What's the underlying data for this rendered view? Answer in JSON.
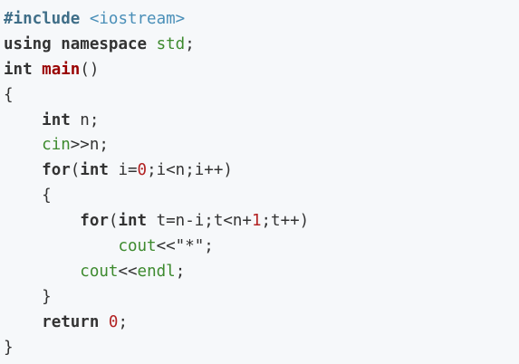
{
  "code": {
    "l1": {
      "directive": "#include",
      "space": " ",
      "header": "<iostream>"
    },
    "l2": {
      "using": "using",
      "sp1": " ",
      "namespace": "namespace",
      "sp2": " ",
      "std": "std",
      "semi": ";"
    },
    "l3": {
      "int": "int",
      "sp": " ",
      "main": "main",
      "parens": "()"
    },
    "l4": {
      "brace": "{"
    },
    "l5": {
      "indent": "    ",
      "int": "int",
      "rest": " n;"
    },
    "l6": {
      "indent": "    ",
      "cin": "cin",
      "rest": ">>n;"
    },
    "l7": {
      "indent": "    ",
      "for": "for",
      "p1": "(",
      "int": "int",
      "p2": " i=",
      "zero": "0",
      "p3": ";i<n;i++)"
    },
    "l8": {
      "indent": "    ",
      "brace": "{"
    },
    "l9": {
      "indent": "        ",
      "for": "for",
      "p1": "(",
      "int": "int",
      "p2": " t=n-i;t<n+",
      "one": "1",
      "p3": ";t++)"
    },
    "l10": {
      "indent": "            ",
      "cout": "cout",
      "p1": "<<",
      "str": "\"*\"",
      "semi": ";"
    },
    "l11": {
      "indent": "        ",
      "cout": "cout",
      "p1": "<<",
      "endl": "endl",
      "semi": ";"
    },
    "l12": {
      "indent": "    ",
      "brace": "}"
    },
    "l13": {
      "indent": "    ",
      "return": "return",
      "sp": " ",
      "zero": "0",
      "semi": ";"
    },
    "l14": {
      "brace": "}"
    }
  },
  "colors": {
    "background": "#f6f8fa",
    "keyword": "#333333",
    "preprocessor": "#3f6e88",
    "header": "#4a8fb8",
    "stream": "#3d8a2e",
    "function": "#990000",
    "number": "#b22222"
  }
}
